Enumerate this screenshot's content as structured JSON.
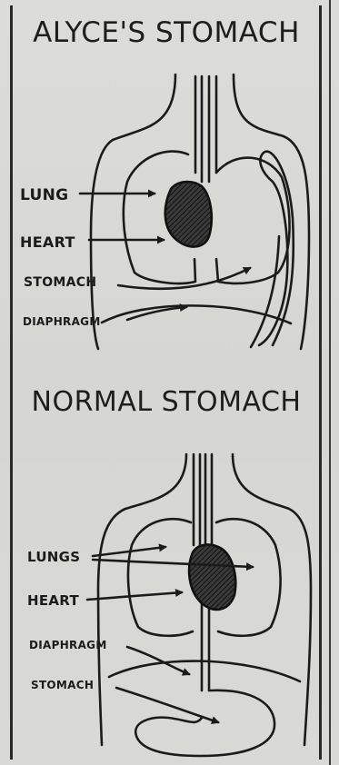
{
  "diagrams": [
    {
      "title": "ALYCE'S STOMACH",
      "labels": [
        "LUNG",
        "HEART",
        "STOMACH",
        "DIAPHRAGM"
      ]
    },
    {
      "title": "NORMAL STOMACH",
      "labels": [
        "LUNGS",
        "HEART",
        "DIAPHRAGM",
        "STOMACH"
      ]
    }
  ]
}
